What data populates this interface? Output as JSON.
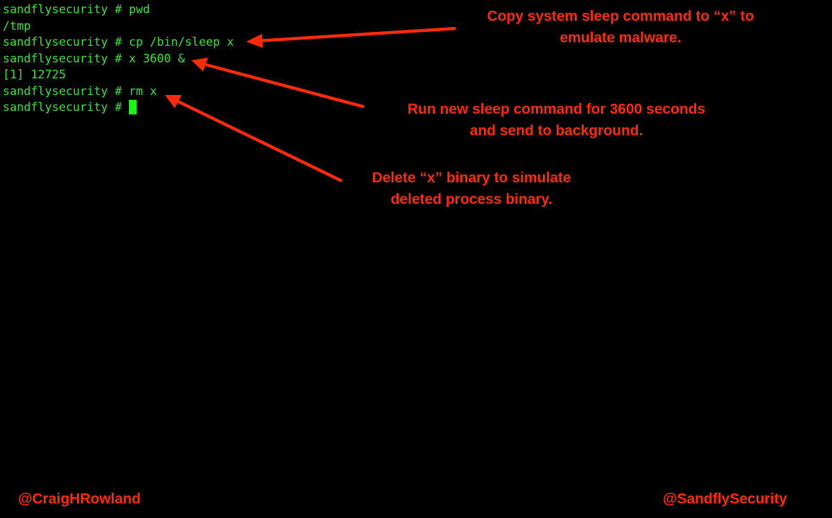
{
  "terminal": {
    "prompt": "sandflysecurity # ",
    "lines": [
      {
        "prompt": "sandflysecurity # ",
        "text": "pwd"
      },
      {
        "prompt": "",
        "text": "/tmp"
      },
      {
        "prompt": "sandflysecurity # ",
        "text": "cp /bin/sleep x"
      },
      {
        "prompt": "sandflysecurity # ",
        "text": "x 3600 &"
      },
      {
        "prompt": "",
        "text": "[1] 12725"
      },
      {
        "prompt": "sandflysecurity # ",
        "text": "rm x"
      },
      {
        "prompt": "sandflysecurity # ",
        "text": ""
      }
    ],
    "text_color": "#33e633",
    "cursor_color": "#19f519"
  },
  "annotations": [
    {
      "line1": "Copy system sleep command to “x” to",
      "line2": "emulate malware."
    },
    {
      "line1": "Run new sleep command for 3600 seconds",
      "line2": "and send to background."
    },
    {
      "line1": "Delete “x” binary to simulate",
      "line2": "deleted process binary."
    }
  ],
  "annotation_color": "#ff2a0a",
  "credits": {
    "left": "@CraigHRowland",
    "right": "@SandflySecurity"
  }
}
